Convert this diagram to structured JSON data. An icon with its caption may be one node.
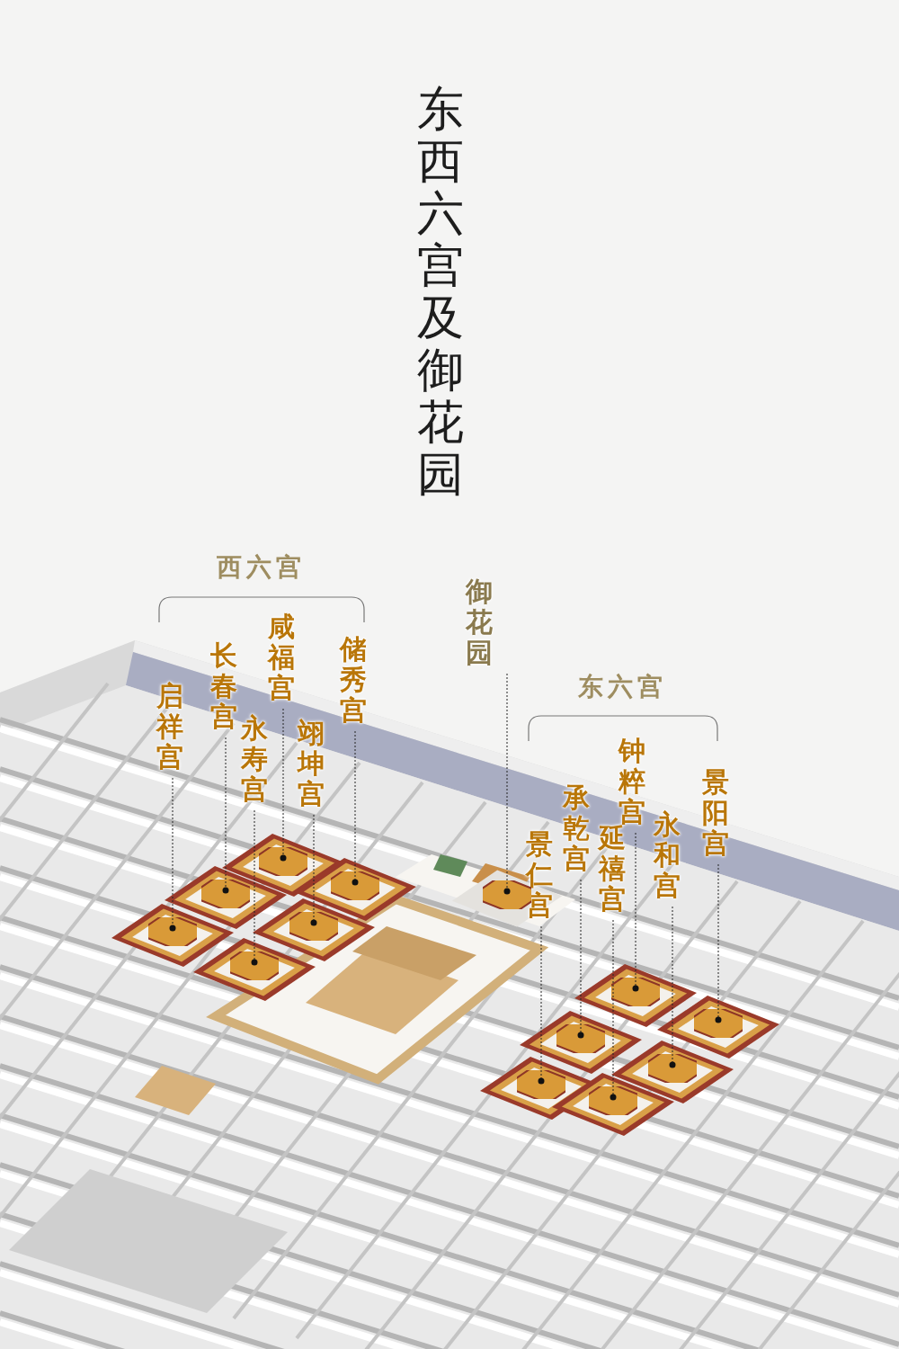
{
  "diagram": {
    "title": "东西六宫及御花园",
    "nodes": [
      {
        "text": [
          "启祥宫"
        ]
      },
      {
        "text": [
          "长春宫"
        ]
      },
      {
        "text": [
          "永寿宫"
        ]
      },
      {
        "text": [
          "咸福宫"
        ]
      },
      {
        "text": [
          "翊坤宫"
        ]
      },
      {
        "text": [
          "储秀宫"
        ]
      },
      {
        "text": [
          "御花园"
        ]
      },
      {
        "text": [
          "景仁宫"
        ]
      },
      {
        "text": [
          "承乾宫"
        ]
      },
      {
        "text": [
          "延禧宫"
        ]
      },
      {
        "text": [
          "钟粹宫"
        ]
      },
      {
        "text": [
          "永和宫"
        ]
      },
      {
        "text": [
          "景阳宫"
        ]
      },
      {
        "text": [],
        "shape": "picture"
      },
      {
        "text": [],
        "shape": "picture"
      },
      {
        "text": [],
        "shape": "picture"
      },
      {
        "text": [],
        "shape": "picture"
      },
      {
        "text": [],
        "shape": "picture"
      },
      {
        "text": [],
        "shape": "picture"
      },
      {
        "text": [],
        "shape": "picture"
      },
      {
        "text": [],
        "shape": "picture"
      },
      {
        "text": [],
        "shape": "picture"
      },
      {
        "text": [],
        "shape": "picture"
      },
      {
        "text": [],
        "shape": "picture"
      },
      {
        "text": [],
        "shape": "picture"
      },
      {
        "text": [],
        "shape": "picture"
      }
    ],
    "edges": [
      {
        "from": 0,
        "to": 13,
        "arrow": "other",
        "style": "dashed"
      },
      {
        "from": 1,
        "to": 14,
        "arrow": "other",
        "style": "dashed"
      },
      {
        "from": 2,
        "to": 15,
        "arrow": "other",
        "style": "dashed"
      },
      {
        "from": 3,
        "to": 16,
        "arrow": "other",
        "style": "dashed"
      },
      {
        "from": 4,
        "to": 17,
        "arrow": "other",
        "style": "dashed"
      },
      {
        "from": 5,
        "to": 18,
        "arrow": "other",
        "style": "dashed"
      },
      {
        "from": 6,
        "to": 19,
        "arrow": "other",
        "style": "dashed"
      },
      {
        "from": 7,
        "to": 20,
        "arrow": "other",
        "style": "dashed"
      },
      {
        "from": 8,
        "to": 21,
        "arrow": "other",
        "style": "dashed"
      },
      {
        "from": 9,
        "to": 22,
        "arrow": "other",
        "style": "dashed"
      },
      {
        "from": 10,
        "to": 23,
        "arrow": "other",
        "style": "dashed"
      },
      {
        "from": 11,
        "to": 24,
        "arrow": "other",
        "style": "dashed"
      },
      {
        "from": 12,
        "to": 25,
        "arrow": "other",
        "style": "dashed"
      }
    ],
    "labels": [
      "西六宫",
      "东六宫"
    ]
  }
}
